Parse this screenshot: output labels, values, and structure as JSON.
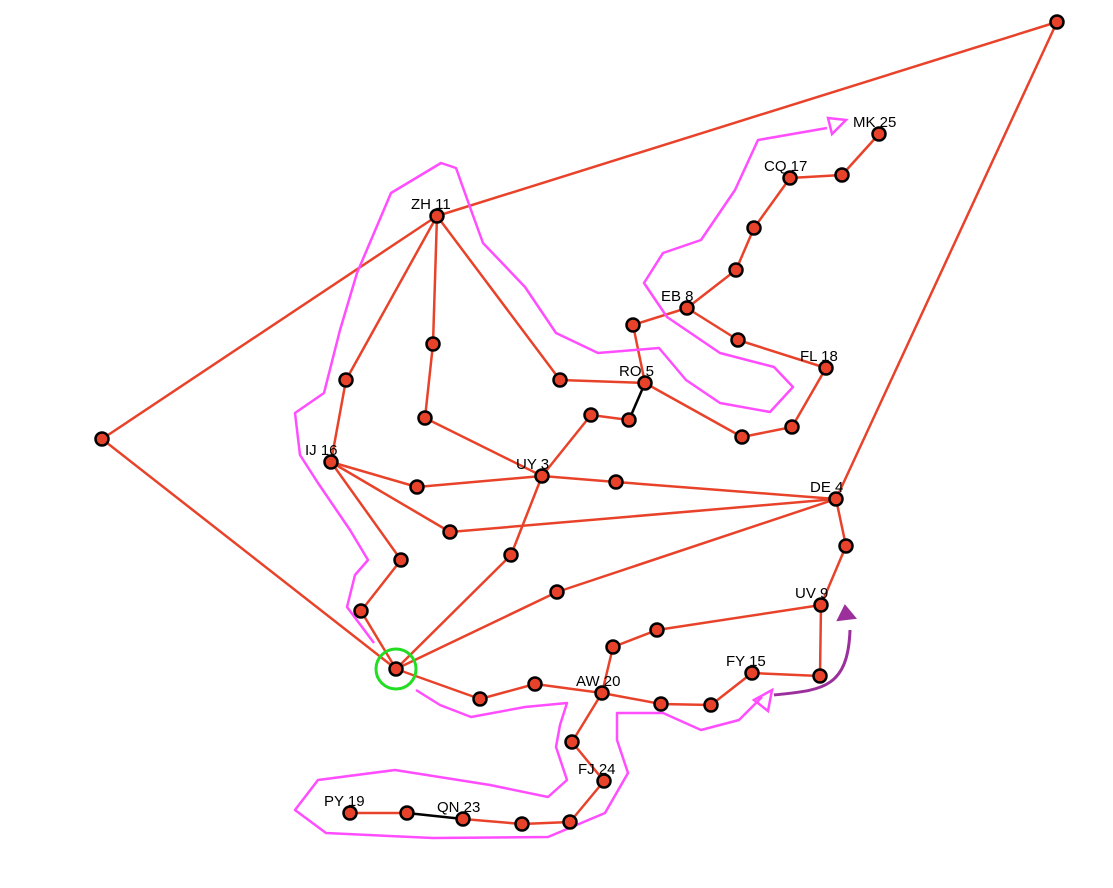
{
  "diagram": {
    "labels": {
      "zh": "ZH 11",
      "mk": "MK 25",
      "co": "CQ 17",
      "eb": "EB 8",
      "fl": "FL 18",
      "ro": "RO 5",
      "ij": "IJ 16",
      "uy": "UY 3",
      "de": "DE 4",
      "uv": "UV 9",
      "fy": "FY 15",
      "aw": "AW 20",
      "fj": "FJ 24",
      "py": "PY 19",
      "qn": "QN 23"
    },
    "colors": {
      "edge": "#e8432a",
      "node_fill": "#e8432a",
      "node_stroke": "#000000",
      "highlight_edge": "#000000",
      "annotation": "#ff4dff",
      "arrow": "#9b2f9b",
      "start_marker": "#22dd22"
    }
  }
}
